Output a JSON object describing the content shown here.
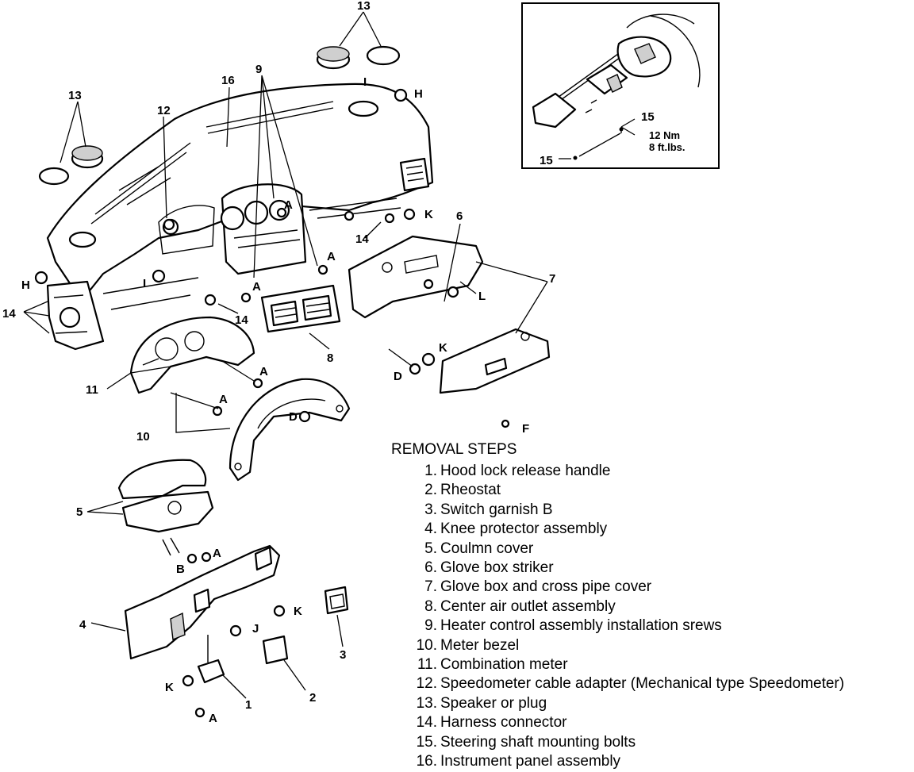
{
  "callouts": {
    "n1": "1",
    "n2": "2",
    "n3": "3",
    "n4": "4",
    "n5": "5",
    "n6": "6",
    "n7": "7",
    "n8": "8",
    "n9": "9",
    "n10": "10",
    "n11": "11",
    "n12": "12",
    "n13": "13",
    "n14": "14",
    "n15": "15",
    "n16": "16",
    "A": "A",
    "B": "B",
    "D": "D",
    "F": "F",
    "H": "H",
    "I": "I",
    "J": "J",
    "K": "K",
    "L": "L"
  },
  "inset": {
    "torque_nm": "12 Nm",
    "torque_ftlbs": "8 ft.lbs."
  },
  "removal": {
    "title": "REMOVAL STEPS",
    "steps": [
      {
        "num": "1.",
        "text": "Hood lock release handle"
      },
      {
        "num": "2.",
        "text": "Rheostat"
      },
      {
        "num": "3.",
        "text": "Switch garnish B"
      },
      {
        "num": "4.",
        "text": "Knee protector assembly"
      },
      {
        "num": "5.",
        "text": "Coulmn cover"
      },
      {
        "num": "6.",
        "text": "Glove box striker"
      },
      {
        "num": "7.",
        "text": "Glove box and cross pipe cover"
      },
      {
        "num": "8.",
        "text": "Center air outlet assembly"
      },
      {
        "num": "9.",
        "text": "Heater control assembly installation srews"
      },
      {
        "num": "10.",
        "text": "Meter bezel"
      },
      {
        "num": "11.",
        "text": "Combination meter"
      },
      {
        "num": "12.",
        "text": "Speedometer cable adapter (Mechanical type Speedometer)"
      },
      {
        "num": "13.",
        "text": "Speaker or plug"
      },
      {
        "num": "14.",
        "text": "Harness connector"
      },
      {
        "num": "15.",
        "text": "Steering shaft mounting bolts"
      },
      {
        "num": "16.",
        "text": "Instrument panel assembly"
      }
    ]
  }
}
